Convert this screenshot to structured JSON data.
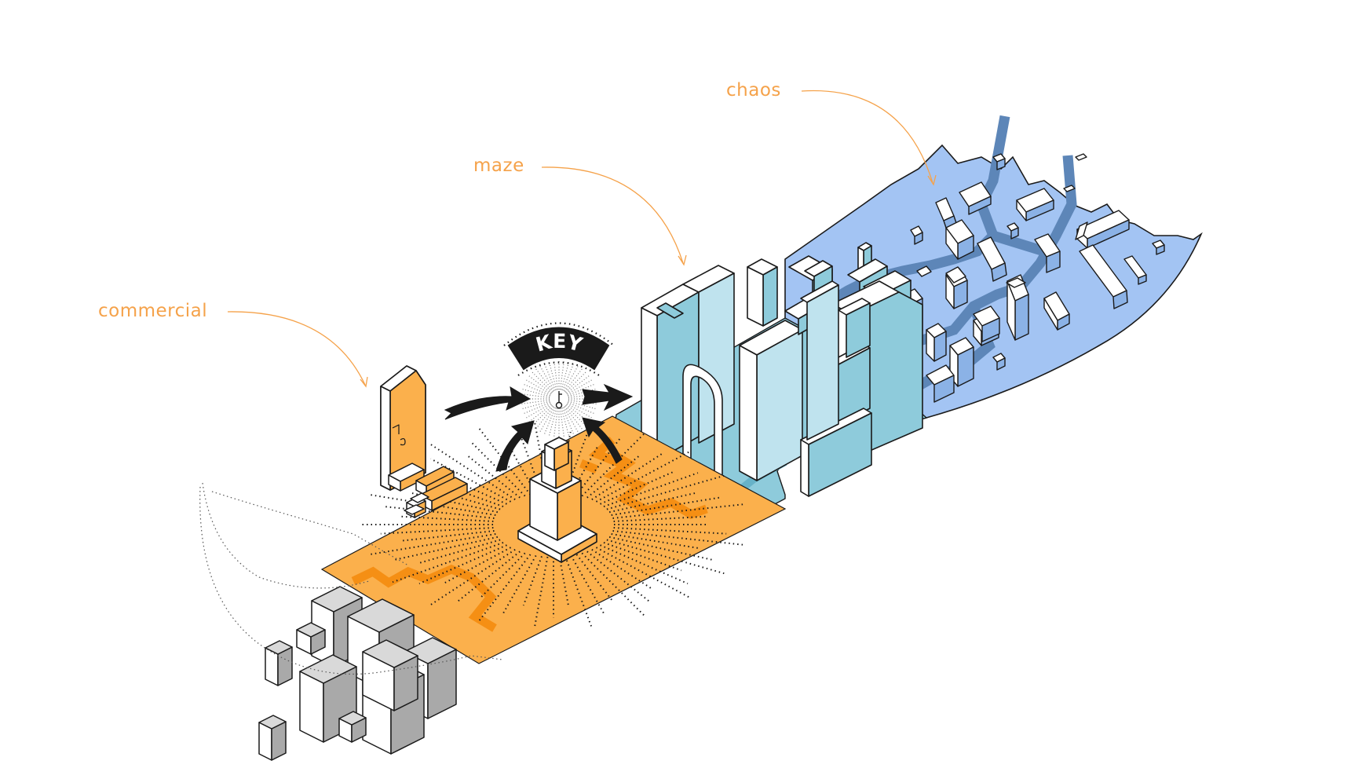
{
  "labels": {
    "commercial": "commercial",
    "maze": "maze",
    "chaos": "chaos",
    "key": "KEY"
  },
  "zones": [
    {
      "name": "commercial",
      "color": "#fbb04c"
    },
    {
      "name": "maze",
      "color": "#8ecbdb"
    },
    {
      "name": "chaos",
      "color": "#a3c4f3"
    }
  ],
  "colors": {
    "label": "#f5a24a",
    "commercial_fill": "#fbb04c",
    "commercial_path": "#f58f14",
    "maze_fill": "#8ecbdb",
    "maze_light": "#bfe3ee",
    "chaos_fill": "#a3c4f3",
    "chaos_path": "#5d86b8",
    "outline": "#1a1a1a"
  },
  "icons": [
    "key-emblem",
    "key-glyph-icon",
    "arrow-icon",
    "curved-pointer-arrow"
  ]
}
